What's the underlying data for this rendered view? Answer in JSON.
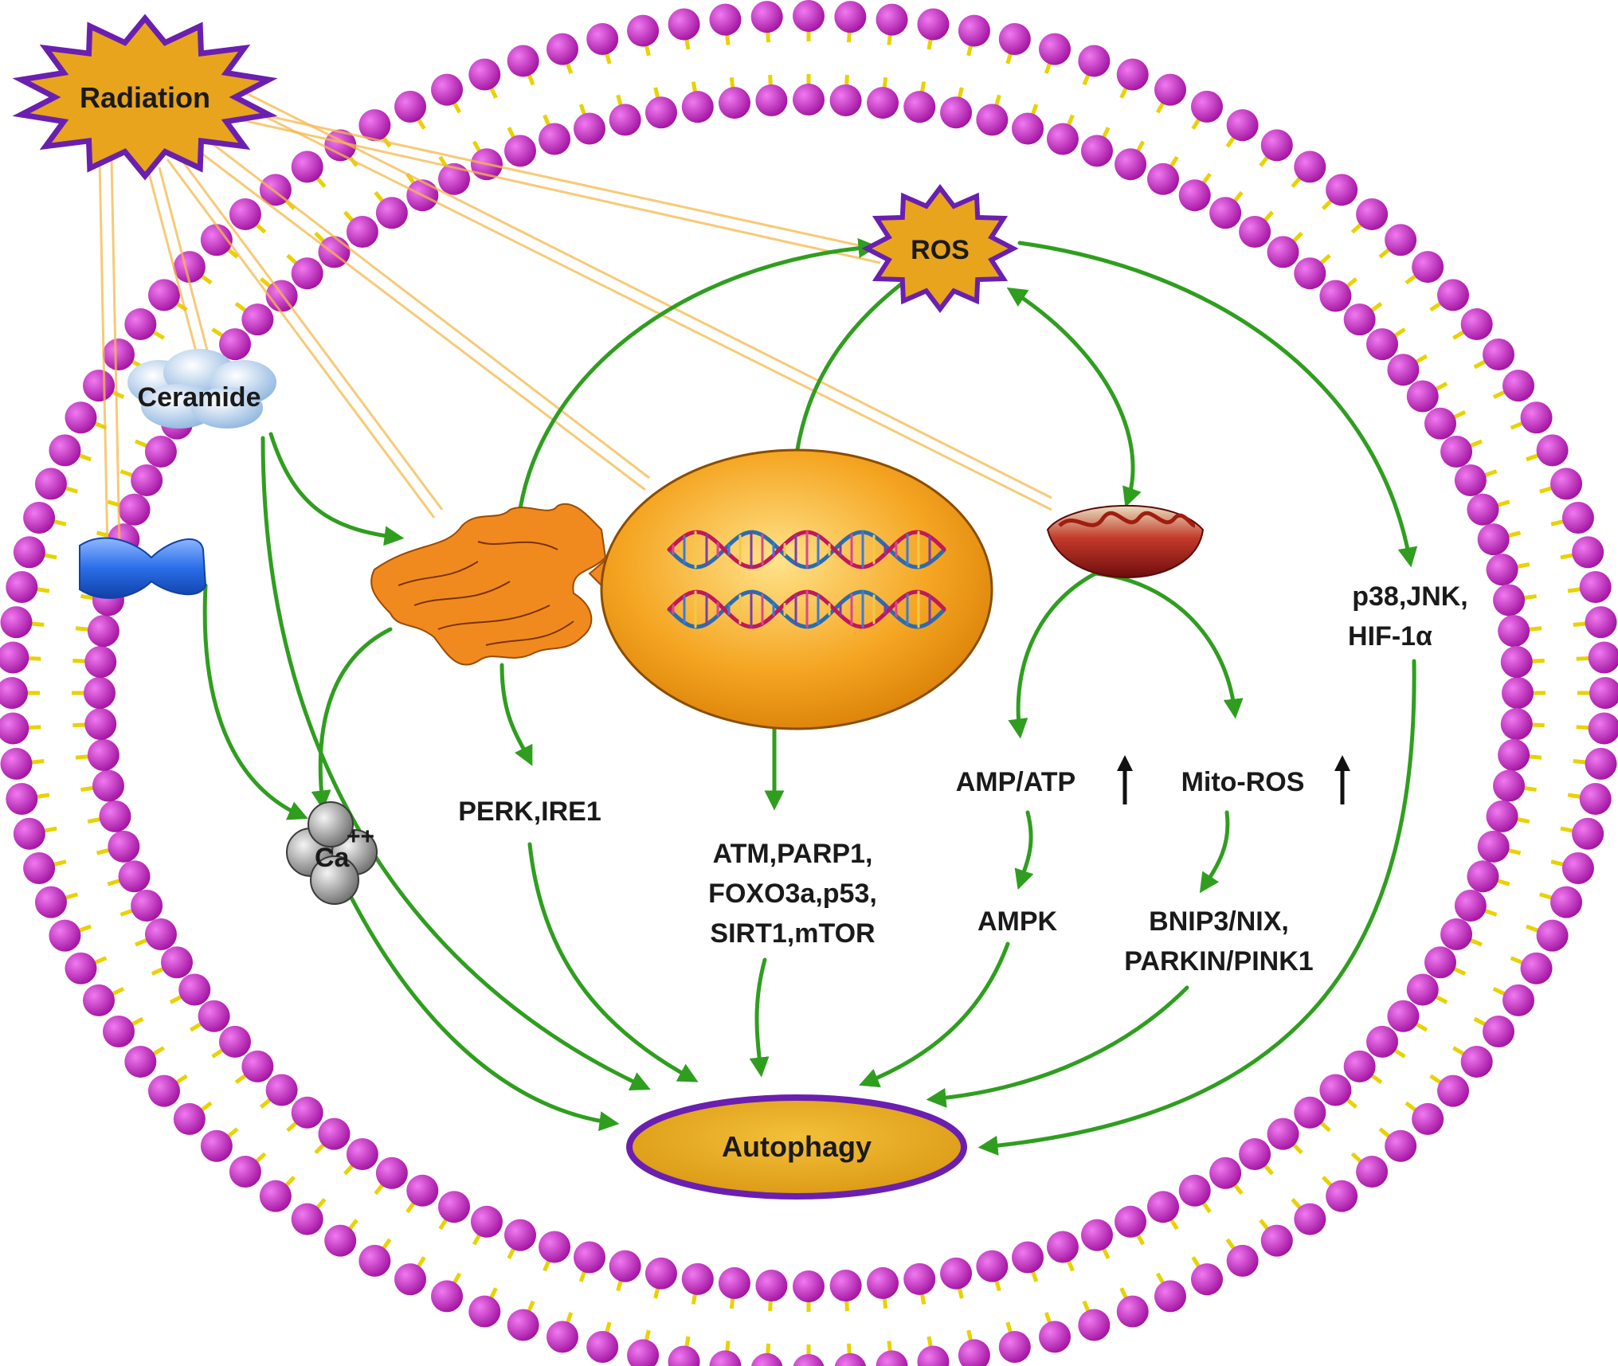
{
  "labels": {
    "radiation": "Radiation",
    "ros": "ROS",
    "ceramide": "Ceramide",
    "calcium": "Ca",
    "calcium_charge": "++",
    "perk": "PERK,IRE1",
    "dna_targets": [
      "ATM,PARP1,",
      "FOXO3a,p53,",
      "SIRT1,mTOR"
    ],
    "amp_atp": "AMP/ATP",
    "mito_ros": "Mito-ROS",
    "ampk": "AMPK",
    "bnip3": [
      "BNIP3/NIX,",
      "PARKIN/PINK1"
    ],
    "p38": [
      "p38,JNK,",
      "HIF-1α"
    ],
    "autophagy": "Autophagy"
  },
  "colors": {
    "membrane_head": "#c41fc4",
    "membrane_tail": "#f2ee3a",
    "arrow": "#2f9e1f",
    "burst_fill": "#e8a41c",
    "burst_stroke": "#6a1fb0",
    "nucleus": "#f5a623",
    "autophagy_fill": "#e3a51a",
    "autophagy_stroke": "#6a1fb0"
  },
  "icons": [
    "radiation-burst-icon",
    "ros-burst-icon",
    "ceramide-cloud-icon",
    "ion-channel-icon",
    "calcium-ion-icon",
    "endoplasmic-reticulum-icon",
    "nucleus-dna-icon",
    "mitochondrion-icon",
    "up-arrow-icon"
  ]
}
